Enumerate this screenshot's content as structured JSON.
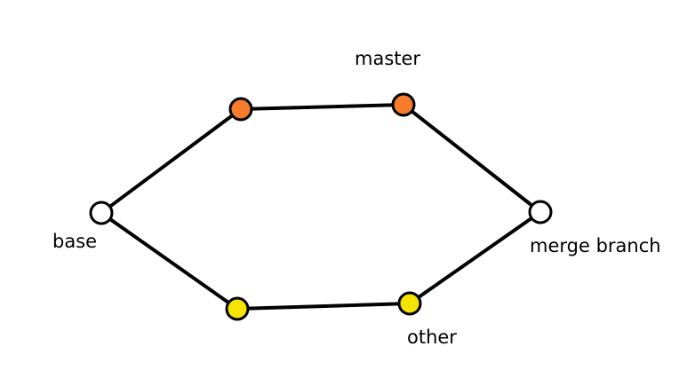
{
  "diagram": {
    "labels": {
      "base": "base",
      "master": "master",
      "merge": "merge branch",
      "other": "other"
    },
    "colors": {
      "line": "#000000",
      "base_fill": "#ffffff",
      "master_fill": "#f47c2b",
      "other_fill": "#f5e400",
      "merge_fill": "#ffffff"
    }
  }
}
